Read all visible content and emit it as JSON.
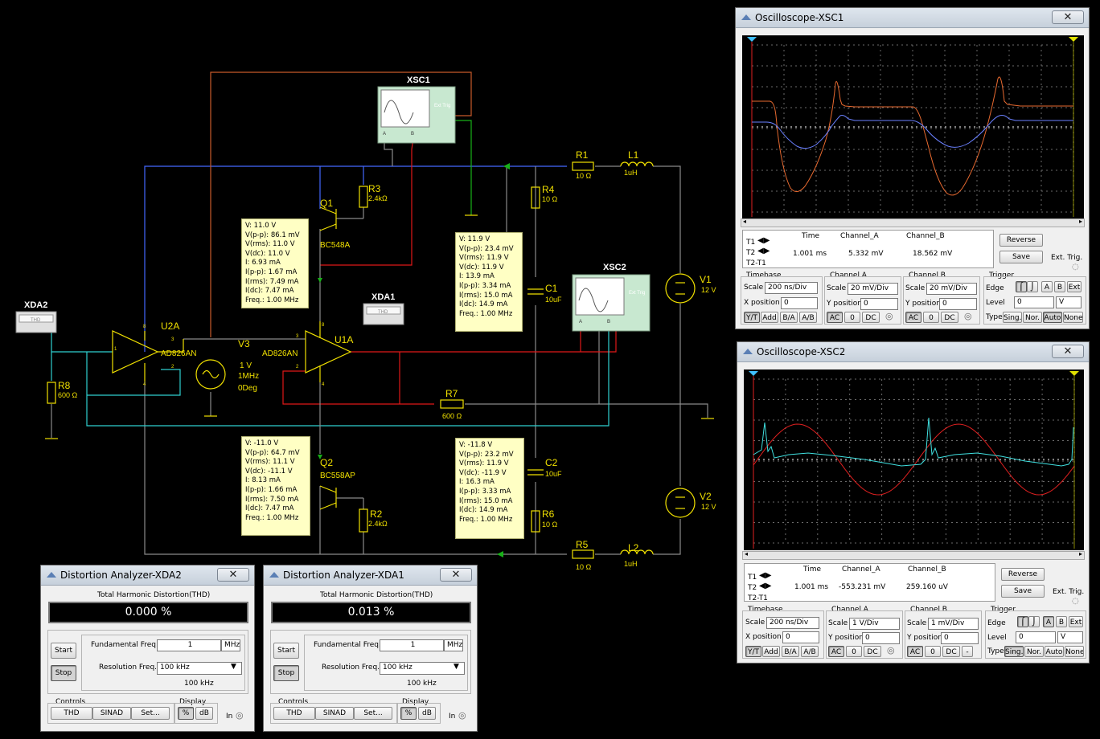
{
  "colors": {
    "wire_blue": "#4468ff",
    "wire_red": "#e01818",
    "wire_orange": "#c85a2a",
    "wire_gray": "#8a8a8a",
    "wire_green": "#18b018",
    "wire_cyan": "#2fd0d0",
    "component": "#f0e000",
    "label": "#f0e000",
    "trace_orange": "#e86a30",
    "trace_blue": "#6a80ff",
    "trace_red": "#e02020",
    "trace_cyan": "#40e0e0",
    "probe_bg": "#ffffc4"
  },
  "circuit": {
    "labels": {
      "xsc1": "XSC1",
      "xsc2": "XSC2",
      "xda1": "XDA1",
      "xda2": "XDA2",
      "ext_trig": "Ext Trig",
      "thd": "THD",
      "u2a": "U2A",
      "u2a_part": "AD826AN",
      "u1a": "U1A",
      "u1a_part": "AD826AN",
      "v3": "V3",
      "v3_amp": "1 V",
      "v3_freq": "1MHz",
      "v3_phase": "0Deg",
      "q1": "Q1",
      "q1_part": "BC548A",
      "q2": "Q2",
      "q2_part": "BC558AP",
      "r1": "R1",
      "r1_val": "10 Ω",
      "r2": "R2",
      "r2_val": "2.4kΩ",
      "r3": "R3",
      "r3_val": "2.4kΩ",
      "r4": "R4",
      "r4_val": "10 Ω",
      "r5": "R5",
      "r5_val": "10 Ω",
      "r6": "R6",
      "r6_val": "10 Ω",
      "r7": "R7",
      "r7_val": "600 Ω",
      "r8": "R8",
      "r8_val": "600 Ω",
      "c1": "C1",
      "c1_val": "10uF",
      "c2": "C2",
      "c2_val": "10uF",
      "l1": "L1",
      "l1_val": "1uH",
      "l2": "L2",
      "l2_val": "1uH",
      "v1": "V1",
      "v1_val": "12 V",
      "v2": "V2",
      "v2_val": "12 V",
      "pin_a": "A",
      "pin_b": "B",
      "pin2": "2",
      "pin3": "3",
      "pin1": "1",
      "pin4": "4",
      "pin8": "8"
    },
    "probes": [
      {
        "lines": [
          "V: 11.0 V",
          "V(p-p): 86.1 mV",
          "V(rms): 11.0 V",
          "V(dc): 11.0 V",
          "I: 6.93 mA",
          "I(p-p): 1.67 mA",
          "I(rms): 7.49 mA",
          "I(dc): 7.47 mA",
          "Freq.: 1.00 MHz"
        ]
      },
      {
        "lines": [
          "V: 11.9 V",
          "V(p-p): 23.4 mV",
          "V(rms): 11.9 V",
          "V(dc): 11.9 V",
          "I: 13.9 mA",
          "I(p-p): 3.34 mA",
          "I(rms): 15.0 mA",
          "I(dc): 14.9 mA",
          "Freq.: 1.00 MHz"
        ]
      },
      {
        "lines": [
          "V: -11.0 V",
          "V(p-p): 64.7 mV",
          "V(rms): 11.1 V",
          "V(dc): -11.1 V",
          "I: 8.13 mA",
          "I(p-p): 1.66 mA",
          "I(rms): 7.50 mA",
          "I(dc): 7.47 mA",
          "Freq.: 1.00 MHz"
        ]
      },
      {
        "lines": [
          "V: -11.8 V",
          "V(p-p): 23.2 mV",
          "V(rms): 11.9 V",
          "V(dc): -11.9 V",
          "I: 16.3 mA",
          "I(p-p): 3.33 mA",
          "I(rms): 15.0 mA",
          "I(dc): 14.9 mA",
          "Freq.: 1.00 MHz"
        ]
      }
    ]
  },
  "osc1": {
    "title": "Oscilloscope-XSC1",
    "close": "✕",
    "readout": {
      "h_time": "Time",
      "h_a": "Channel_A",
      "h_b": "Channel_B",
      "t1": "T1",
      "t2": "T2",
      "t2t1": "T2-T1",
      "time": "1.001 ms",
      "a": "5.332 mV",
      "b": "18.562 mV"
    },
    "reverse": "Reverse",
    "save": "Save",
    "ext_trig": "Ext. Trig.",
    "timebase": {
      "title": "Timebase",
      "scale_lbl": "Scale",
      "scale": "200 ns/Div",
      "xpos_lbl": "X position",
      "xpos": "0",
      "yt": "Y/T",
      "add": "Add",
      "ba": "B/A",
      "ab": "A/B"
    },
    "chA": {
      "title": "Channel A",
      "scale_lbl": "Scale",
      "scale": "20 mV/Div",
      "ypos_lbl": "Y position",
      "ypos": "0",
      "ac": "AC",
      "zero": "0",
      "dc": "DC"
    },
    "chB": {
      "title": "Channel B",
      "scale_lbl": "Scale",
      "scale": "20 mV/Div",
      "ypos_lbl": "Y position",
      "ypos": "0",
      "ac": "AC",
      "zero": "0",
      "dc": "DC"
    },
    "trigger": {
      "title": "Trigger",
      "edge_lbl": "Edge",
      "a": "A",
      "b": "B",
      "ext": "Ext",
      "level_lbl": "Level",
      "level": "0",
      "unit": "V",
      "type_lbl": "Type",
      "sing": "Sing.",
      "nor": "Nor.",
      "auto": "Auto",
      "none": "None"
    }
  },
  "osc2": {
    "title": "Oscilloscope-XSC2",
    "close": "✕",
    "readout": {
      "h_time": "Time",
      "h_a": "Channel_A",
      "h_b": "Channel_B",
      "t1": "T1",
      "t2": "T2",
      "t2t1": "T2-T1",
      "time": "1.001 ms",
      "a": "-553.231 mV",
      "b": "259.160 uV"
    },
    "reverse": "Reverse",
    "save": "Save",
    "ext_trig": "Ext. Trig.",
    "timebase": {
      "title": "Timebase",
      "scale_lbl": "Scale",
      "scale": "200 ns/Div",
      "xpos_lbl": "X position",
      "xpos": "0",
      "yt": "Y/T",
      "add": "Add",
      "ba": "B/A",
      "ab": "A/B"
    },
    "chA": {
      "title": "Channel A",
      "scale_lbl": "Scale",
      "scale": "1  V/Div",
      "ypos_lbl": "Y position",
      "ypos": "0",
      "ac": "AC",
      "zero": "0",
      "dc": "DC"
    },
    "chB": {
      "title": "Channel B",
      "scale_lbl": "Scale",
      "scale": "1 mV/Div",
      "ypos_lbl": "Y position",
      "ypos": "0",
      "ac": "AC",
      "zero": "0",
      "dc": "DC",
      "minus": "-"
    },
    "trigger": {
      "title": "Trigger",
      "edge_lbl": "Edge",
      "a": "A",
      "b": "B",
      "ext": "Ext",
      "level_lbl": "Level",
      "level": "0",
      "unit": "V",
      "type_lbl": "Type",
      "sing": "Sing.",
      "nor": "Nor.",
      "auto": "Auto",
      "none": "None"
    }
  },
  "da2": {
    "title": "Distortion Analyzer-XDA2",
    "close": "✕",
    "thd_title": "Total Harmonic Distortion(THD)",
    "thd_value": "0.000 %",
    "start": "Start",
    "stop": "Stop",
    "fund_lbl": "Fundamental Freq.",
    "fund": "1",
    "fund_unit": "MHz",
    "res_lbl": "Resolution Freq.",
    "res": "100 kHz",
    "res_note": "100 kHz",
    "controls": "Controls",
    "thd": "THD",
    "sinad": "SINAD",
    "set": "Set...",
    "display": "Display",
    "pct": "%",
    "db": "dB",
    "in": "In"
  },
  "da1": {
    "title": "Distortion Analyzer-XDA1",
    "close": "✕",
    "thd_title": "Total Harmonic Distortion(THD)",
    "thd_value": "0.013 %",
    "start": "Start",
    "stop": "Stop",
    "fund_lbl": "Fundamental Freq.",
    "fund": "1",
    "fund_unit": "MHz",
    "res_lbl": "Resolution Freq.",
    "res": "100 kHz",
    "res_note": "100 kHz",
    "controls": "Controls",
    "thd": "THD",
    "sinad": "SINAD",
    "set": "Set...",
    "display": "Display",
    "pct": "%",
    "db": "dB",
    "in": "In"
  }
}
